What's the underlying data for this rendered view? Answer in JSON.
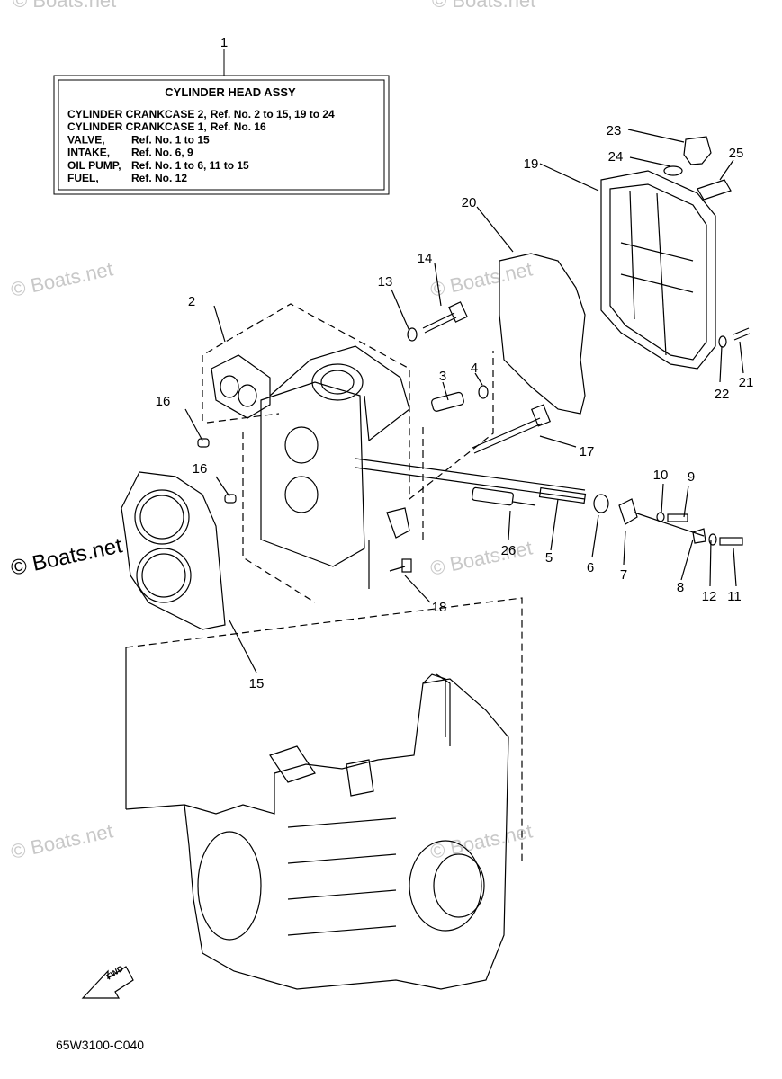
{
  "watermark": "© Boats.net",
  "header_box": {
    "title": "CYLINDER  HEAD ASSY",
    "rows": [
      {
        "label": "CYLINDER CRANKCASE 2,",
        "ref": "Ref. No. 2 to 15, 19 to 24"
      },
      {
        "label": "CYLINDER CRANKCASE 1,",
        "ref": "Ref. No. 16"
      },
      {
        "label": "VALVE,",
        "ref": "Ref. No. 1 to 15"
      },
      {
        "label": "INTAKE,",
        "ref": "Ref. No. 6, 9"
      },
      {
        "label": "OIL PUMP,",
        "ref": "Ref. No. 1 to 6, 11 to 15"
      },
      {
        "label": "FUEL,",
        "ref": "Ref. No. 12"
      }
    ]
  },
  "callouts": [
    "1",
    "2",
    "3",
    "4",
    "5",
    "6",
    "7",
    "8",
    "9",
    "10",
    "11",
    "12",
    "13",
    "14",
    "15",
    "16",
    "16",
    "17",
    "18",
    "19",
    "20",
    "21",
    "22",
    "23",
    "24",
    "25",
    "26"
  ],
  "fwd_label": "FWD",
  "diagram_code": "65W3100-C040"
}
